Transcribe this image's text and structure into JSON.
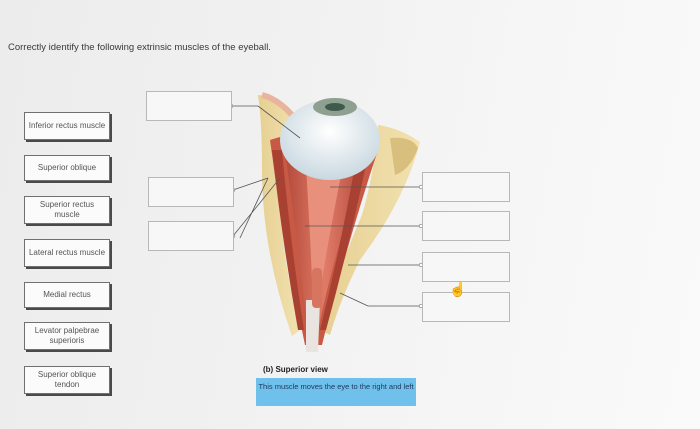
{
  "question": "Correctly identify the following extrinsic muscles of the eyeball.",
  "labels": [
    "Inferior rectus muscle",
    "Superior oblique",
    "Superior rectus muscle",
    "Lateral rectus muscle",
    "Medial rectus",
    "Levator palpebrae superioris",
    "Superior oblique tendon"
  ],
  "figure_caption": "(b) Superior view",
  "feedback_text": "This muscle moves the eye to the right and left"
}
